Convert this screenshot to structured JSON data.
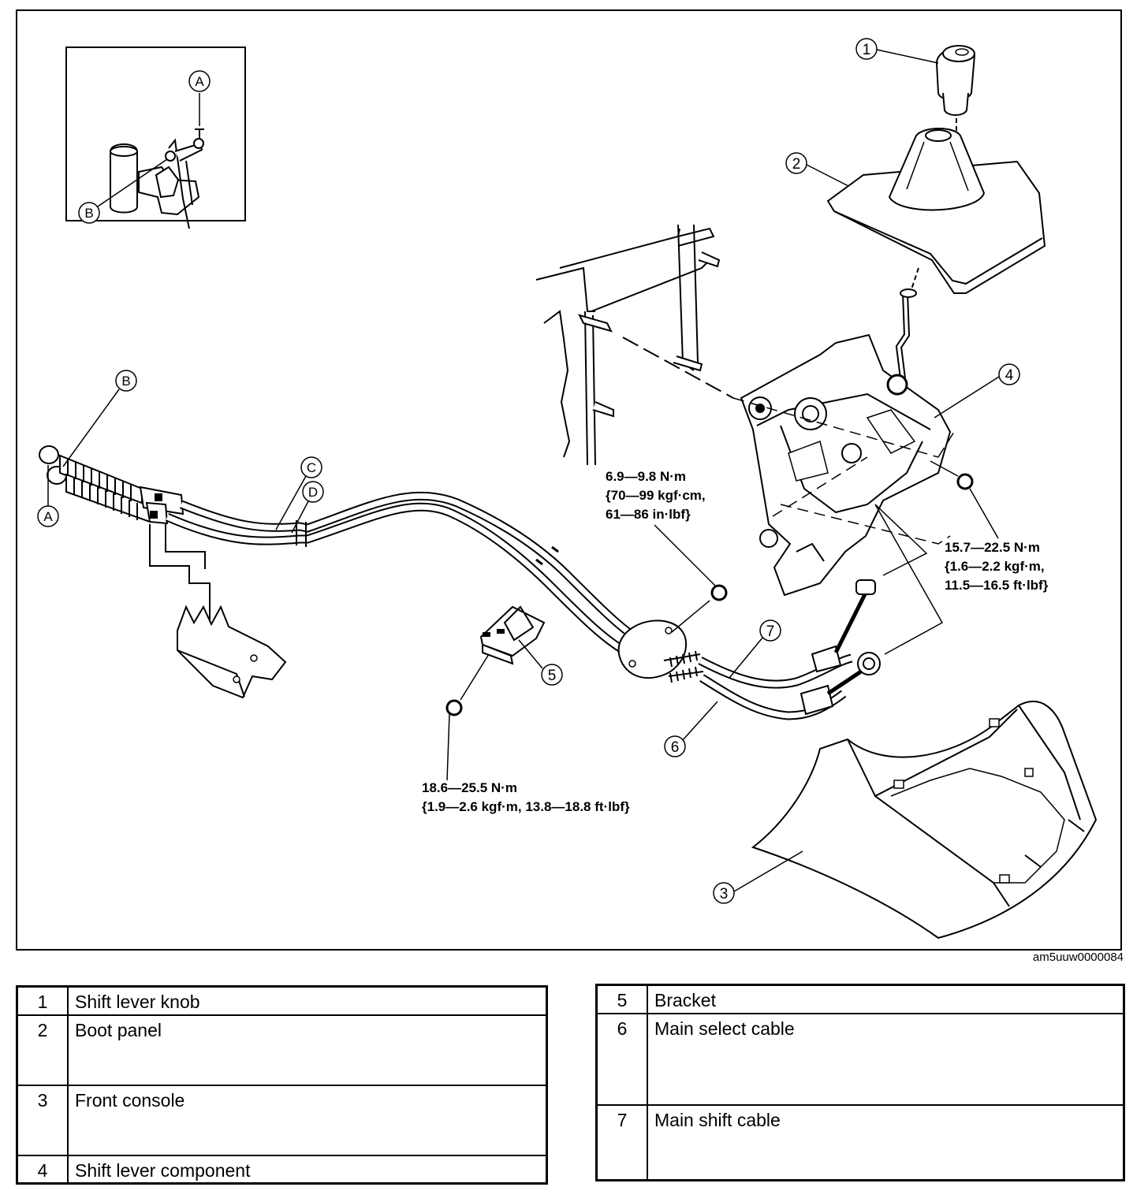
{
  "figure": {
    "id_code": "am5uuw0000084",
    "letter_labels": [
      "A",
      "B",
      "C",
      "D"
    ],
    "torque_specs": [
      {
        "name": "cable-bracket-nut",
        "lines": [
          "6.9—9.8 N·m",
          "{70—99 kgf·cm,",
          "61—86 in·lbf}"
        ]
      },
      {
        "name": "shift-lever-nut",
        "lines": [
          "15.7—22.5 N·m",
          "{1.6—2.2 kgf·m,",
          "11.5—16.5 ft·lbf}"
        ]
      },
      {
        "name": "bracket-bolt",
        "lines": [
          "18.6—25.5 N·m",
          "{1.9—2.6 kgf·m, 13.8—18.8 ft·lbf}"
        ]
      }
    ]
  },
  "parts": [
    {
      "num": "1",
      "name": "Shift lever knob"
    },
    {
      "num": "2",
      "name": "Boot panel"
    },
    {
      "num": "3",
      "name": "Front console"
    },
    {
      "num": "4",
      "name": "Shift lever component"
    },
    {
      "num": "5",
      "name": "Bracket"
    },
    {
      "num": "6",
      "name": "Main select cable"
    },
    {
      "num": "7",
      "name": "Main shift cable"
    }
  ]
}
